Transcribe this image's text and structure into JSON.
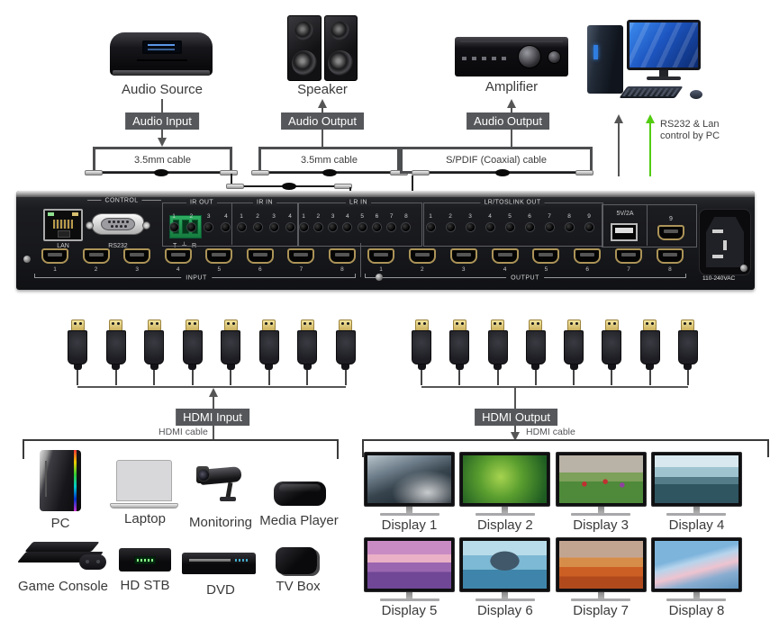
{
  "top": {
    "audio_source": {
      "label": "Audio Source",
      "badge": "Audio Input",
      "cable_label": "3.5mm cable"
    },
    "speaker": {
      "label": "Speaker",
      "badge": "Audio Output",
      "cable_label": "3.5mm cable"
    },
    "amplifier": {
      "label": "Amplifier",
      "badge": "Audio Output",
      "cable_label": "S/PDIF (Coaxial) cable"
    },
    "pc_control_note": "RS232 & Lan control by PC"
  },
  "panel": {
    "control_label": "CONTROL",
    "lan_label": "LAN",
    "rs232_label": "RS232",
    "phoenix_label": "T ╧ R",
    "ir_out": {
      "label": "IR OUT",
      "ports": [
        "1",
        "2",
        "3",
        "4"
      ]
    },
    "ir_in": {
      "label": "IR IN",
      "ports": [
        "1",
        "2",
        "3",
        "4"
      ]
    },
    "lr_in": {
      "label": "LR IN",
      "ports": [
        "1",
        "2",
        "3",
        "4",
        "5",
        "6",
        "7",
        "8"
      ]
    },
    "toslink_out": {
      "label": "LR/TOSLINK OUT",
      "ports": [
        "1",
        "2",
        "3",
        "4",
        "5",
        "6",
        "7",
        "8",
        "9"
      ]
    },
    "usb_label": "5V/2A",
    "hdmi9_label": "9",
    "input": {
      "label": "INPUT",
      "ports": [
        "1",
        "2",
        "3",
        "4",
        "5",
        "6",
        "7",
        "8"
      ]
    },
    "output": {
      "label": "OUTPUT",
      "ports": [
        "1",
        "2",
        "3",
        "4",
        "5",
        "6",
        "7",
        "8"
      ]
    },
    "power_label": "110-240VAC"
  },
  "hdmi_section": {
    "input_badge": "HDMI Input",
    "input_cable_label": "HDMI cable",
    "output_badge": "HDMI Output",
    "output_cable_label": "HDMI cable",
    "input_connector_count": 8,
    "output_connector_count": 8
  },
  "sources": [
    {
      "label": "PC"
    },
    {
      "label": "Laptop"
    },
    {
      "label": "Monitoring"
    },
    {
      "label": "Media Player"
    },
    {
      "label": "Game Console"
    },
    {
      "label": "HD STB"
    },
    {
      "label": "DVD"
    },
    {
      "label": "TV Box"
    }
  ],
  "displays": {
    "row1": [
      {
        "label": "Display 1",
        "image": "ocean-cliff"
      },
      {
        "label": "Display 2",
        "image": "lizard"
      },
      {
        "label": "Display 3",
        "image": "soccer"
      },
      {
        "label": "Display 4",
        "image": "mountain-lake"
      }
    ],
    "row2": [
      {
        "label": "Display 5",
        "image": "lavender"
      },
      {
        "label": "Display 6",
        "image": "whale"
      },
      {
        "label": "Display 7",
        "image": "poppies"
      },
      {
        "label": "Display 8",
        "image": "beach-sunset"
      }
    ]
  },
  "colors": {
    "badge_bg": "#55575a",
    "line": "#555555",
    "green_arrow": "#52cc10"
  }
}
